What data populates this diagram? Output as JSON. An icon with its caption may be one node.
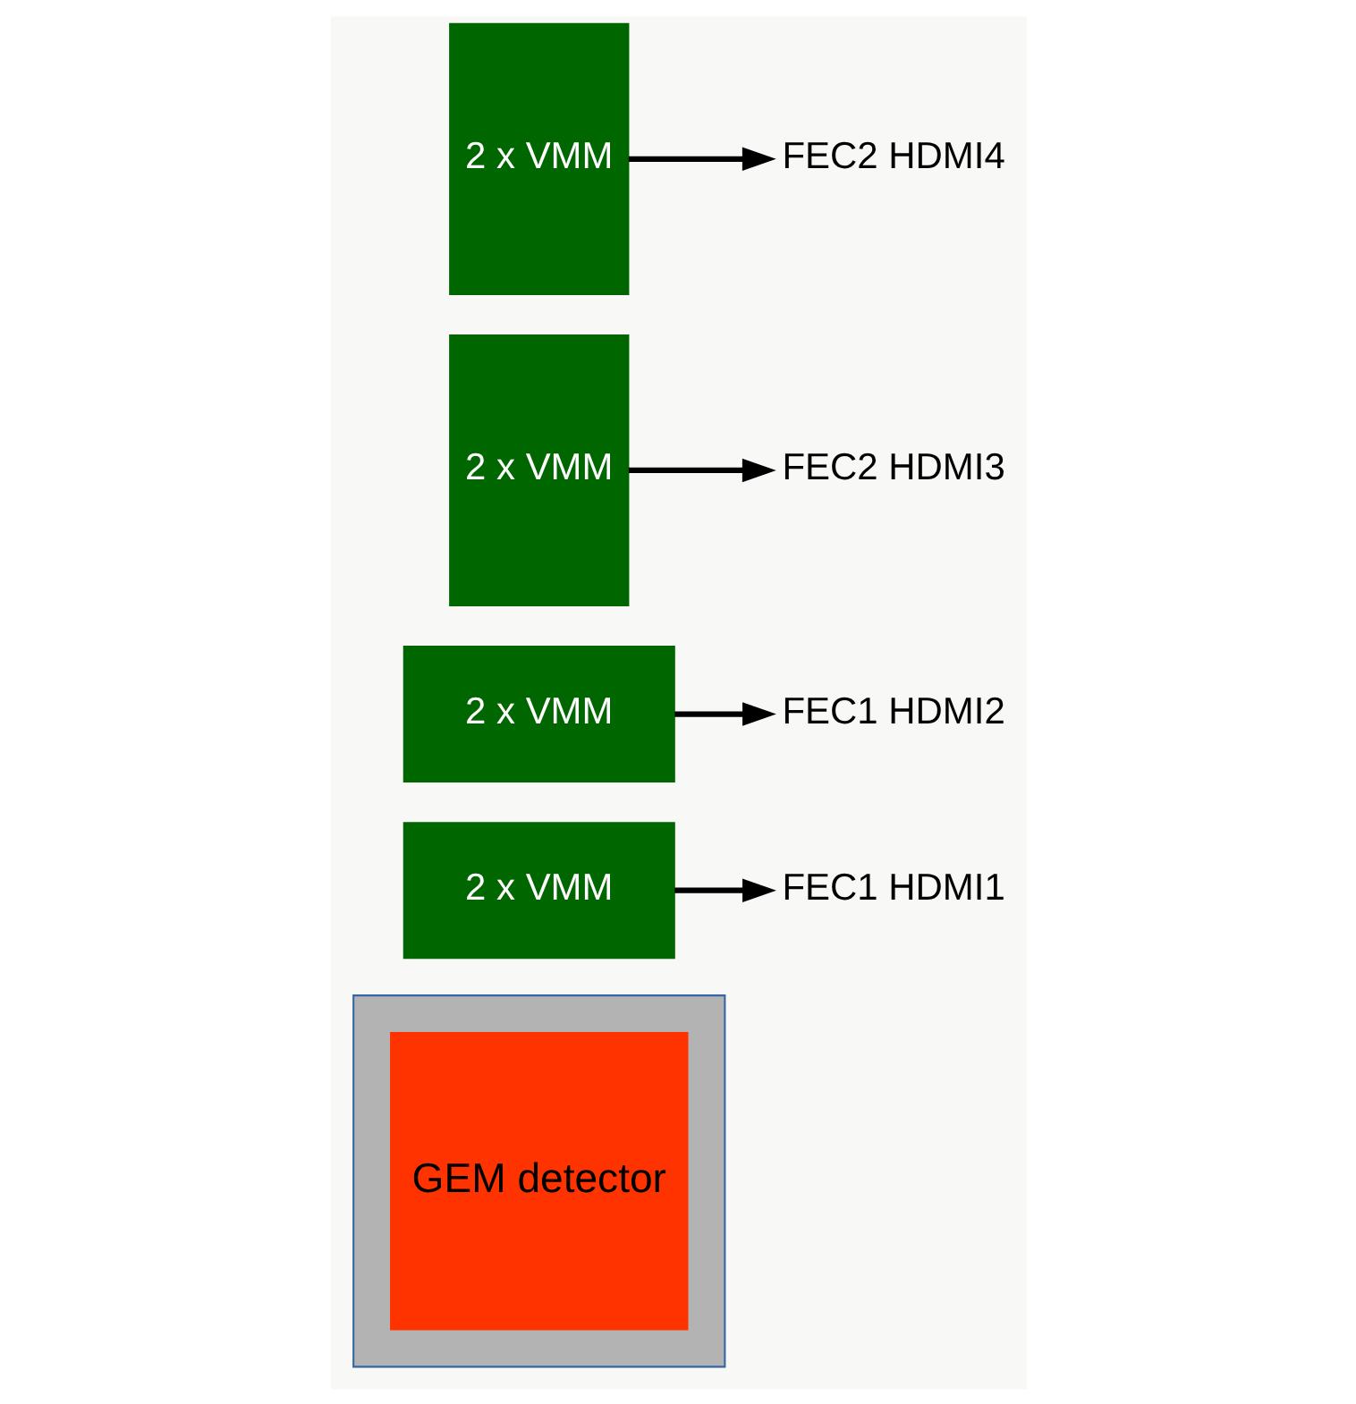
{
  "diagram": {
    "nodes": [
      {
        "text": [],
        "shape": "box"
      },
      {
        "text": [
          "GEM detector"
        ],
        "in": 0
      },
      {
        "text": [
          "2 x VMM"
        ]
      },
      {
        "text": [
          "2 x VMM"
        ]
      },
      {
        "text": [
          "2 x VMM"
        ]
      },
      {
        "text": [
          "2 x VMM"
        ]
      },
      {
        "text": [
          "FEC1 HDMI1"
        ]
      },
      {
        "text": [
          "FEC1 HDMI2"
        ]
      },
      {
        "text": [
          "FEC2 HDMI3"
        ]
      },
      {
        "text": [
          "FEC2 HDMI4"
        ]
      }
    ],
    "edges": [
      {
        "from": 2,
        "to": 6,
        "arrow": "to"
      },
      {
        "from": 3,
        "to": 7,
        "arrow": "to"
      },
      {
        "from": 4,
        "to": 8,
        "arrow": "to"
      },
      {
        "from": 5,
        "to": 9,
        "arrow": "to"
      }
    ]
  }
}
